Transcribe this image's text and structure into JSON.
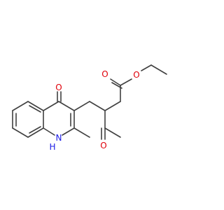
{
  "molecule": {
    "atoms": {
      "ester_carbonyl_o": "O",
      "ester_o": "O",
      "ketone_o": "O",
      "ring_carbonyl_o": "O",
      "ring_nh_n": "N",
      "ring_nh_h": "H"
    }
  },
  "colors": {
    "bond": "#404040",
    "oxygen": "#e0000a",
    "nitrogen": "#1a1ae6"
  }
}
